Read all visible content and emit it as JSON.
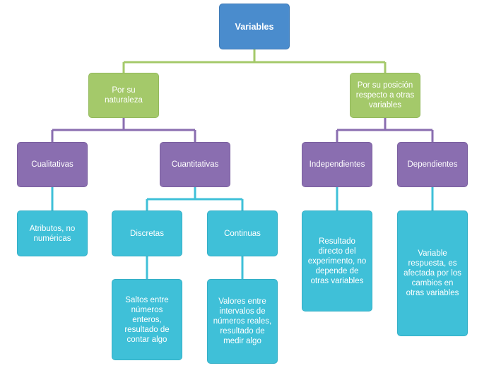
{
  "colors": {
    "root": "#4a8ccd",
    "category": "#a4c96a",
    "type": "#8a6eb0",
    "leaf": "#3fc0d8",
    "connector_green": "#a4c96a",
    "connector_purple": "#8a6eb0",
    "connector_cyan": "#3fc0d8"
  },
  "nodes": {
    "root": "Variables",
    "naturaleza": "Por su\nnaturaleza",
    "posicion": "Por su posición\nrespecto a otras\nvariables",
    "cualitativas": "Cualitativas",
    "cuantitativas": "Cuantitativas",
    "independientes": "Independientes",
    "dependientes": "Dependientes",
    "atributos": "Atributos, no\nnuméricas",
    "discretas": "Discretas",
    "continuas": "Continuas",
    "resultado_directo": "Resultado\ndirecto del\nexperimento, no\ndepende de\notras variables",
    "variable_respuesta": "Variable\nrespuesta, es\nafectada por los\ncambios en\notras variables",
    "saltos": "Saltos entre\nnúmeros\nenteros,\nresultado de\ncontar algo",
    "valores": "Valores entre\nintervalos de\nnúmeros reales,\nresultado de\nmedir algo"
  }
}
